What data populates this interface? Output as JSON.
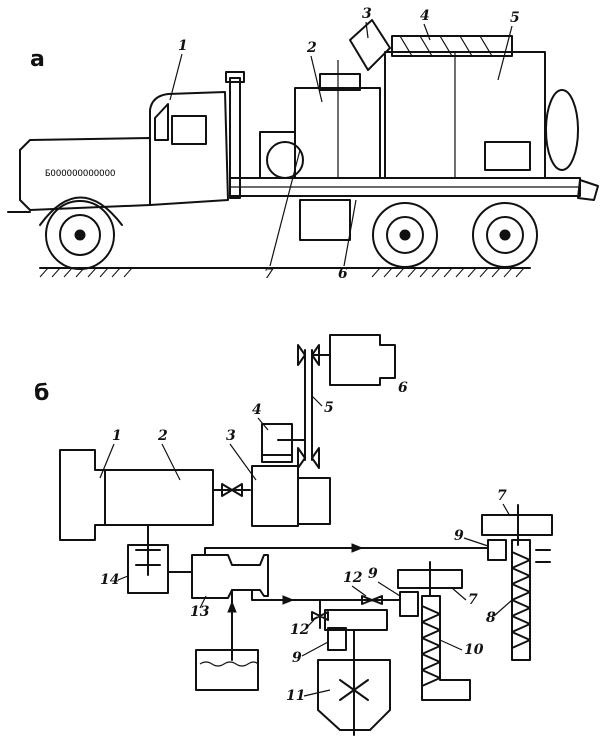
{
  "panels": {
    "a": {
      "letter": "а",
      "callouts": [
        "1",
        "2",
        "3",
        "4",
        "5",
        "6",
        "7"
      ]
    },
    "b": {
      "letter": "б",
      "callouts": [
        "1",
        "2",
        "3",
        "4",
        "5",
        "6",
        "7",
        "7",
        "8",
        "9",
        "9",
        "9",
        "10",
        "11",
        "12",
        "12",
        "13",
        "14"
      ]
    }
  },
  "truck_side_lettering": "БОООООООООООО"
}
